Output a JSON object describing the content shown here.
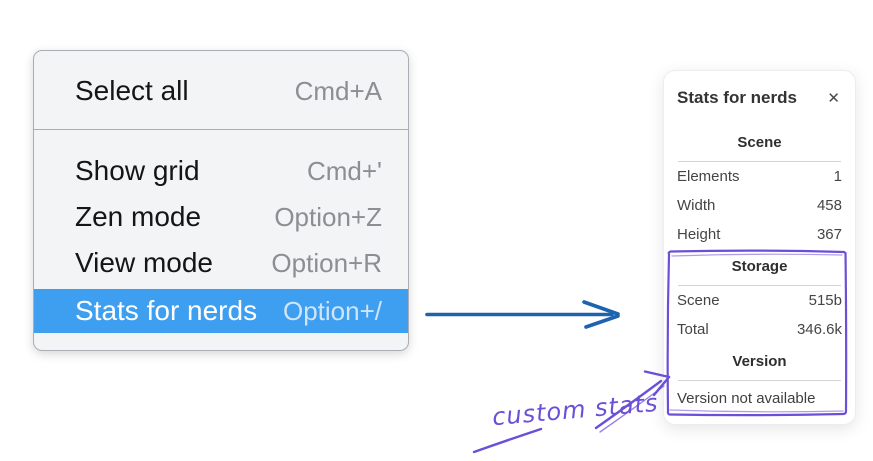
{
  "colors": {
    "menu_highlight": "#3e9ef0",
    "arrow_blue": "#1d63ad",
    "annotation_purple": "#6b4fd6"
  },
  "menu": {
    "items": [
      {
        "label": "Select all",
        "shortcut": "Cmd+A",
        "highlighted": false
      },
      {
        "label": "Show grid",
        "shortcut": "Cmd+'",
        "highlighted": false
      },
      {
        "label": "Zen mode",
        "shortcut": "Option+Z",
        "highlighted": false
      },
      {
        "label": "View mode",
        "shortcut": "Option+R",
        "highlighted": false
      },
      {
        "label": "Stats for nerds",
        "shortcut": "Option+/",
        "highlighted": true
      }
    ]
  },
  "panel": {
    "title": "Stats for nerds",
    "close_icon": "✕",
    "sections": [
      {
        "header": "Scene",
        "rows": [
          {
            "label": "Elements",
            "value": "1"
          },
          {
            "label": "Width",
            "value": "458"
          },
          {
            "label": "Height",
            "value": "367"
          }
        ]
      },
      {
        "header": "Storage",
        "rows": [
          {
            "label": "Scene",
            "value": "515b"
          },
          {
            "label": "Total",
            "value": "346.6k"
          }
        ]
      },
      {
        "header": "Version",
        "rows": [],
        "note": "Version not available"
      }
    ]
  },
  "annotation": {
    "label": "custom stats"
  }
}
